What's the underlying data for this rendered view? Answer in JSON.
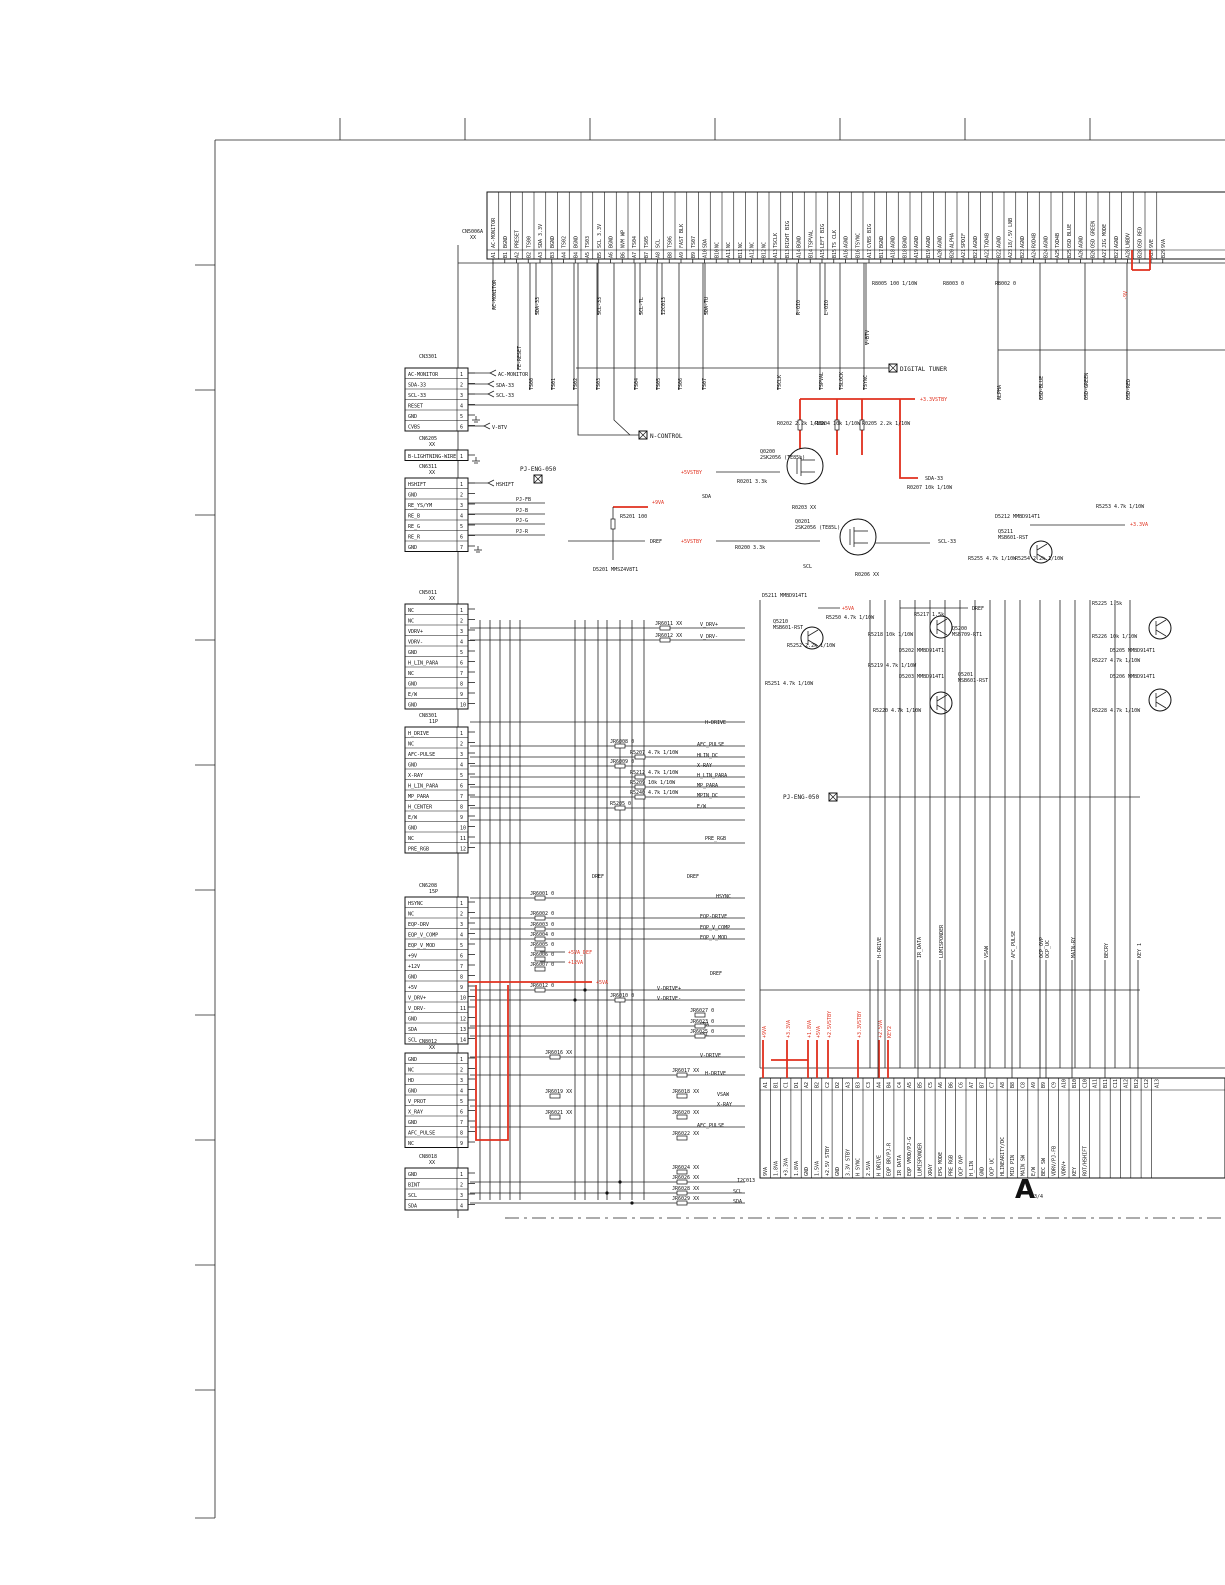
{
  "sheet": {
    "letter": "A",
    "page": "3/4",
    "digital_tuner": "DIGITAL TUNER",
    "n_control": "N-CONTROL",
    "pj_eng_050": "PJ-ENG-050",
    "pj_eng_050b": "PJ-ENG-050"
  },
  "top_connector": {
    "ref": "CN5006A",
    "sub": "XX",
    "pins": [
      "AC-MONITOR",
      "BGND",
      "PRESET",
      "TS00",
      "SDA 3.3V",
      "BGND",
      "TS02",
      "BGND",
      "TS03",
      "SCL 3.3V",
      "BGND",
      "NVM WP",
      "TS04",
      "TS05",
      "SCL",
      "TS06",
      "FAST BLK",
      "TS07",
      "SDA",
      "NC",
      "NC",
      "NC",
      "NC",
      "NC",
      "TSCLK",
      "RIGHT BIG",
      "BGND",
      "TSPVAL",
      "LEFT BIG",
      "TS CLK",
      "AGND",
      "TSYNC",
      "CVBS BIG",
      "BGND",
      "AGND",
      "BGND",
      "AGND",
      "AGND",
      "AGND",
      "ALPHA",
      "SPDIF",
      "AGND",
      "TXD4B",
      "AGND",
      "18/.5V LNB",
      "AGND",
      "RXD4B",
      "AGND",
      "TXD4B",
      "OSD BLUE",
      "AGND",
      "OSD GREEN",
      "JIG MODE",
      "AGND",
      "LNBDV",
      "OSD RED",
      "9VE",
      "9VA"
    ],
    "pin_nums": [
      "A1",
      "B1",
      "A2",
      "B2",
      "A3",
      "B3",
      "A4",
      "B4",
      "A5",
      "B5",
      "A6",
      "B6",
      "A7",
      "B7",
      "A8",
      "B8",
      "A9",
      "B9",
      "A10",
      "B10",
      "A11",
      "B11",
      "A12",
      "B12",
      "A13",
      "B13",
      "A14",
      "B14",
      "A15",
      "B15",
      "A16",
      "B16",
      "A17",
      "B17",
      "A18",
      "B18",
      "A19",
      "B19",
      "A20",
      "B20",
      "A21",
      "B21",
      "A22",
      "B22",
      "A23",
      "B23",
      "A24",
      "B24",
      "A25",
      "B25",
      "A26",
      "B26",
      "A27",
      "B27",
      "A28",
      "B28",
      "A29",
      "B29"
    ]
  },
  "top_signals": [
    "AC-MONITOR",
    "FE-RESET",
    "SDA-33",
    "TS00",
    "TS01",
    "TS02",
    "SCL-33",
    "TS03",
    "TS04",
    "SCL-TL",
    "TS05",
    "I2C013",
    "TS06",
    "SDA-TU",
    "TS07",
    "TSCLK",
    "R-OIO",
    "TSPVAL",
    "L-OIO",
    "TSLOCK",
    "V-BTV",
    "TSYNC",
    "ALPHA",
    "OSD-BLUE",
    "OSD-GREEN",
    "OSD-RED"
  ],
  "connectors": [
    {
      "ref": "CN3301",
      "sub": "",
      "pins": [
        "AC-MONITOR",
        "SDA-33",
        "SCL-33",
        "RESET",
        "GND",
        "CVBS"
      ],
      "nets": [
        "AC-MONITOR",
        "SDA-33",
        "SCL-33",
        "",
        "",
        ""
      ]
    },
    {
      "ref": "CN6205",
      "sub": "XX",
      "pins": [
        "B-LIGHTNING-WIRE"
      ],
      "nets": []
    },
    {
      "ref": "CN6311",
      "sub": "XX",
      "pins": [
        "HSHIFT",
        "GND",
        "RE_YS/YM",
        "RE_B",
        "RE_G",
        "RE_R",
        "GND"
      ],
      "nets": [
        "HSHIFT",
        "PJ-FB",
        "PJ-B",
        "PJ-G",
        "PJ-R"
      ]
    },
    {
      "ref": "CN5011",
      "sub": "XX",
      "pins": [
        "NC",
        "NC",
        "VDRV+",
        "VDRV-",
        "GND",
        "H_LIN_PARA",
        "NC",
        "GND",
        "E/W",
        "GND"
      ],
      "nets": []
    },
    {
      "ref": "CN8301",
      "sub": "11P",
      "pins": [
        "H_DRIVE",
        "NC",
        "AFC-PULSE",
        "GND",
        "X-RAY",
        "H_LIN_PARA",
        "MP_PARA",
        "H_CENTER",
        "E/W",
        "GND",
        "NC",
        "PRE_RGB"
      ],
      "nets": []
    },
    {
      "ref": "CN6208",
      "sub": "15P",
      "pins": [
        "HSYNC",
        "NC",
        "EQP-DRV",
        "EQP_V_COMP",
        "EQP_V_MOD",
        "+9V",
        "+12V",
        "GND",
        "+5V",
        "V_DRV+",
        "V_DRV-",
        "GND",
        "SDA",
        "SCL"
      ],
      "nets": []
    },
    {
      "ref": "CN8012",
      "sub": "XX",
      "pins": [
        "GND",
        "NC",
        "HD",
        "GND",
        "V_PROT",
        "X_RAY",
        "GND",
        "AFC_PULSE",
        "NC"
      ],
      "nets": []
    },
    {
      "ref": "CN8018",
      "sub": "XX",
      "pins": [
        "GND",
        "BINT",
        "SCL",
        "SDA"
      ],
      "nets": [
        "I2C013",
        "SCL",
        "SDA"
      ]
    }
  ],
  "right_bus": [
    "V_DRV+",
    "V_DRV-",
    "H-DRIVE",
    "AFC_PULSE",
    "HLIN_DC",
    "X-RAY",
    "H_LIN_PARA",
    "MP_PARA",
    "MPIN_DC",
    "E/W",
    "PRE_RGB",
    "HSYNC",
    "EQP-DRIVE",
    "EQP_V_COMP",
    "EQP_V_MOD",
    "V-DRIVE+",
    "V-DRIVE-",
    "SDA",
    "SCL",
    "V-DRIVE",
    "H-DRIVE",
    "VSAW",
    "X-RAY",
    "AFC_PULSE",
    "I2C013",
    "SCL",
    "SDA"
  ],
  "jumpers": [
    "JR6011 XX",
    "JR6012 XX",
    "JR6008 0",
    "R5207 4.7k 1/10W",
    "JR6009 0",
    "R5212 4.7k 1/10W",
    "R5209 10k 1/10W",
    "R5240 4.7k 1/10W",
    "R5205 0",
    "JR6001 0",
    "JR6002 0",
    "JR6003 0",
    "JR6004 0",
    "JR6005 0",
    "JR6006 0",
    "JR6007 0",
    "JR6012 0",
    "JR6010 0",
    "JR6027 0",
    "JR6023 0",
    "JR6025 0",
    "JR6016 XX",
    "JR6017 XX",
    "JR6018 XX",
    "JR6019 XX",
    "JR6020 XX",
    "JR6021 XX",
    "JR6022 XX",
    "JR6024 XX",
    "JR6026 XX",
    "JR6028 XX",
    "JR6029 XX"
  ],
  "power": {
    "v33stby": "+3.3VSTBY",
    "v5stby": "+5VSTBY",
    "v5stby2": "+5VSTBY",
    "v9va": "+9VA",
    "v9v": "-9V",
    "v33va": "+3.3VA",
    "v5va": "+5VA",
    "v5va_def": "+5VA_DEF",
    "v12va": "+12VA",
    "v5va2": "+5VA",
    "vref": "DREF",
    "vref2": "DREF",
    "vref3": "DREF",
    "vref4": "DREF",
    "vref5": "DREF",
    "sda_33": "SDA-33",
    "scl_33": "SCL-33",
    "sda": "SDA",
    "scl": "SCL"
  },
  "transistors": [
    {
      "ref": "Q0200",
      "part": "2SK2056 (TE85L)"
    },
    {
      "ref": "Q0201",
      "part": "2SK2056 (TE85L)"
    },
    {
      "ref": "Q5210",
      "part": "MSB601-RST"
    },
    {
      "ref": "Q5200",
      "part": "MSB709-RT1"
    },
    {
      "ref": "Q5201",
      "part": "MSB601-RST"
    },
    {
      "ref": "Q5211",
      "part": "MSB601-RST"
    }
  ],
  "resistors": [
    "R0202 2.2k 1/10W",
    "R0204 10k 1/10W",
    "R0205 2.2k 1/10W",
    "R8005 100 1/10W",
    "R8003 0",
    "R8002 0",
    "R0201 3.3k",
    "R0207 10k 1/10W",
    "R0203 XX",
    "R0200 3.3k",
    "R0206 XX",
    "R5201 100",
    "R5250 4.7k 1/10W",
    "R5217 1.5k",
    "R5218 10k 1/10W",
    "R5219 4.7k 1/10W",
    "R5220 4.7k 1/10W",
    "R5251 4.7k 1/10W",
    "R5252 2.2k 1/10W",
    "R5253 4.7k 1/10W",
    "R5255 4.7k 1/10W",
    "R5254 2.2k 1/10W",
    "R5225 1.5k",
    "R5226 10k 1/10W",
    "R5227 4.7k 1/10W",
    "R5228 4.7k 1/10W"
  ],
  "diodes": [
    "D5201 MMSZ4V8T1",
    "D5212 MMBD914T1",
    "D5202 MMBD914T1",
    "D5203 MMBD914T1",
    "D5205 MMBD914T1",
    "D5206 MMBD914T1",
    "D5211 MMBD914T1"
  ],
  "bottom_connector": {
    "pin_nums": [
      "A1",
      "B1",
      "C1",
      "D1",
      "A2",
      "B2",
      "C2",
      "D2",
      "A3",
      "B3",
      "C3",
      "A4",
      "B4",
      "C4",
      "A5",
      "B5",
      "C5",
      "A6",
      "B6",
      "C6",
      "A7",
      "B7",
      "C7",
      "A8",
      "B8",
      "C8",
      "A9",
      "B9",
      "C9",
      "A10",
      "B10",
      "C10",
      "A11",
      "B11",
      "C11",
      "A12",
      "B12",
      "C12",
      "A13"
    ],
    "pins": [
      "9VA",
      "1.8VA",
      "+3.3VA",
      "1.8VA",
      "GND",
      "1.5VA",
      "+2.5V STBY",
      "GND",
      "3.3V STBY",
      "H SYNC",
      "2.5VA",
      "H DRIVE",
      "EQP BR/PJ-R",
      "IR DATA",
      "EQP VMOD/PJ-G",
      "LUMISPONDER",
      "XRAY",
      "EPG MODE",
      "PRE RGB",
      "OCP OVP",
      "H_LIN",
      "GND",
      "OCP UC",
      "HLINEARITY/DC",
      "MIO PIN",
      "MAIN SW",
      "E/W",
      "BEC SW",
      "VDRV/PJ-FB",
      "VDRV+",
      "KEY",
      "ROT/HSHIFT"
    ],
    "nets_red": [
      "+9VA",
      "+3.3VA",
      "+1.8VA",
      "+5VA",
      "+2.5VSTBY",
      "+3.3VSTBY",
      "+2.5VA",
      "KEY2"
    ],
    "nets": [
      "H-DRIVE",
      "IR_DATA",
      "LUMISPONDER",
      "VSAW",
      "AFC_PULSE",
      "OCP_OVP",
      "OCP_UC",
      "MAIN-RY",
      "BECRY",
      "KEY 1"
    ]
  }
}
